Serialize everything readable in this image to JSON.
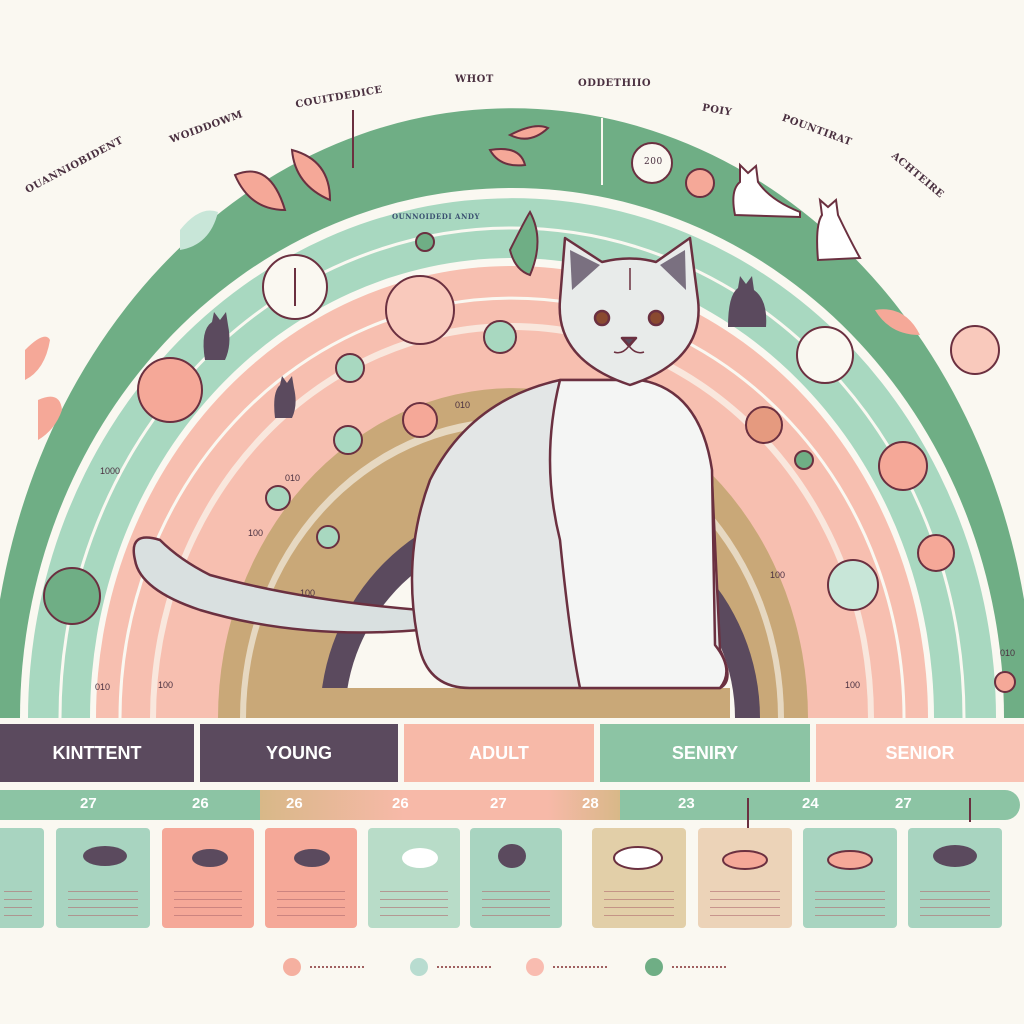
{
  "top_labels": [
    "OUANNIOBIDENT",
    "WOIDDOWM",
    "COUITDEDICE",
    "WHOT",
    "ODDETHIIO",
    "POIY",
    "POUNTIRAT",
    "ACHTEIRE"
  ],
  "inner_label": "OUNNOIDEDI ANDY",
  "circle_label": "200",
  "side_numbers": [
    "1000",
    "100",
    "100",
    "100",
    "010",
    "010",
    "100",
    "100",
    "010",
    "010"
  ],
  "stages": [
    {
      "label": "KINTTENT",
      "color": "#5b4a5e"
    },
    {
      "label": "YOUNG",
      "color": "#5b4a5e"
    },
    {
      "label": "ADULT",
      "color": "#f7b9a8"
    },
    {
      "label": "SENIRY",
      "color": "#8cc4a4"
    },
    {
      "label": "SENIOR",
      "color": "#f9c3b4"
    }
  ],
  "ages": [
    "27",
    "26",
    "26",
    "26",
    "27",
    "28",
    "23",
    "24",
    "27"
  ],
  "cards": [
    {
      "color": "#a8d4c0"
    },
    {
      "color": "#a8d4c0"
    },
    {
      "color": "#f5a898"
    },
    {
      "color": "#f5a898"
    },
    {
      "color": "#b8dcc8"
    },
    {
      "color": "#a8d4c0"
    },
    {
      "color": "#e2cfa8"
    },
    {
      "color": "#ecd3b8"
    },
    {
      "color": "#a8d4c0"
    },
    {
      "color": "#a8d4c0"
    }
  ],
  "legend": [
    {
      "color": "#f5b0a0"
    },
    {
      "color": "#b8dcd0"
    },
    {
      "color": "#f9bcb0"
    },
    {
      "color": "#6fae85"
    }
  ],
  "colors": {
    "green": "#6fae85",
    "mint": "#a8d8c0",
    "pink": "#f7bfb0",
    "tan": "#c9a878",
    "plum": "#5b4a5e",
    "outline": "#6b3040"
  }
}
